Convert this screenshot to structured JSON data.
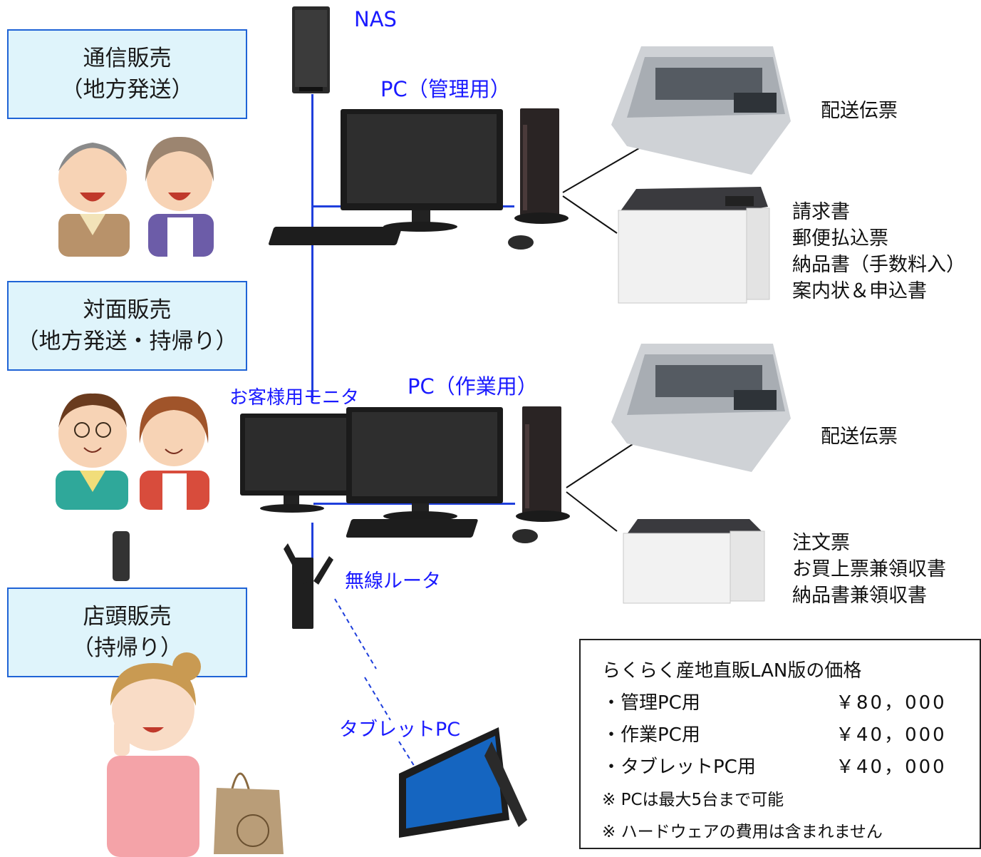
{
  "categories": [
    {
      "title": "通信販売",
      "sub": "（地方発送）"
    },
    {
      "title": "対面販売",
      "sub": "（地方発送・持帰り）"
    },
    {
      "title": "店頭販売",
      "sub": "（持帰り）"
    }
  ],
  "devices": {
    "nas": "NAS",
    "pc_admin": "PC（管理用）",
    "pc_work": "PC（作業用）",
    "customer_monitor": "お客様用モニタ",
    "router": "無線ルータ",
    "tablet": "タブレットPC"
  },
  "outputs": {
    "admin_dot": [
      "配送伝票"
    ],
    "admin_laser": [
      "請求書",
      "郵便払込票",
      "納品書（手数料入）",
      "案内状＆申込書"
    ],
    "work_dot": [
      "配送伝票"
    ],
    "work_laser": [
      "注文票",
      "お買上票兼領収書",
      "納品書兼領収書"
    ]
  },
  "pricing": {
    "title": "らくらく産地直販LAN版の価格",
    "rows": [
      {
        "name": "・管理PC用",
        "price": "￥80，000"
      },
      {
        "name": "・作業PC用",
        "price": "￥40，000"
      },
      {
        "name": "・タブレットPC用",
        "price": "￥40，000"
      }
    ],
    "notes": [
      "※ PCは最大5台まで可能",
      "※ ハードウェアの費用は含まれません"
    ]
  },
  "colors": {
    "network_line": "#1f3fdc",
    "label_blue": "#1a1aff",
    "box_fill": "#dff4fb",
    "box_border": "#1f63d6"
  }
}
